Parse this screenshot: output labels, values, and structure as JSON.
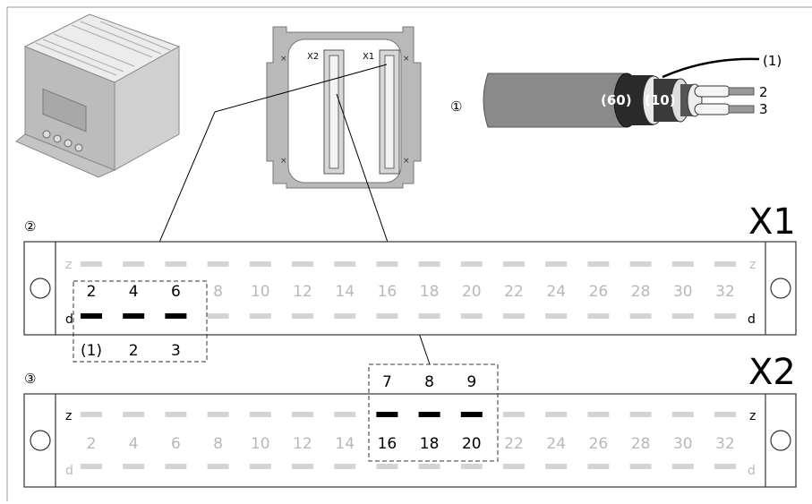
{
  "circled": {
    "one": "①",
    "two": "②",
    "three": "③"
  },
  "module": {
    "x2_label": "X2",
    "x1_label": "X1"
  },
  "cable": {
    "shield_outer": "(60)",
    "shield_inner": "(10)",
    "wire_drain": "(1)",
    "wire_2": "2",
    "wire_3": "3"
  },
  "x1": {
    "title": "X1",
    "row_z_letter": "z",
    "row_d_letter": "d",
    "numbers": [
      "2",
      "4",
      "6",
      "8",
      "10",
      "12",
      "14",
      "16",
      "18",
      "20",
      "22",
      "24",
      "26",
      "28",
      "30",
      "32"
    ],
    "highlight_numbers": [
      "2",
      "4",
      "6"
    ],
    "highlight_labels": [
      "(1)",
      "2",
      "3"
    ]
  },
  "x2": {
    "title": "X2",
    "row_z_letter": "z",
    "row_d_letter": "d",
    "numbers": [
      "2",
      "4",
      "6",
      "8",
      "10",
      "12",
      "14",
      "16",
      "18",
      "20",
      "22",
      "24",
      "26",
      "28",
      "30",
      "32"
    ],
    "highlight_numbers": [
      "16",
      "18",
      "20"
    ],
    "highlight_labels": [
      "7",
      "8",
      "9"
    ]
  },
  "colors": {
    "pin_inactive": "#d4d4d4",
    "pin_active": "#000000",
    "number_inactive": "#b8b8b8",
    "frame": "#333333"
  }
}
